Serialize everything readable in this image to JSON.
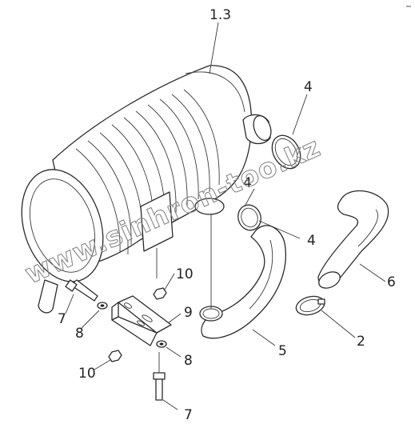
{
  "diagram": {
    "callouts": {
      "c13": "1.3",
      "c4a": "4",
      "c4b": "4",
      "c4c": "4",
      "c6": "6",
      "c2": "2",
      "c5": "5",
      "c10a": "10",
      "c9": "9",
      "c7a": "7",
      "c8a": "8",
      "c8b": "8",
      "c10b": "10",
      "c7b": "7"
    },
    "watermark": "www.sinhron-too.kz"
  }
}
